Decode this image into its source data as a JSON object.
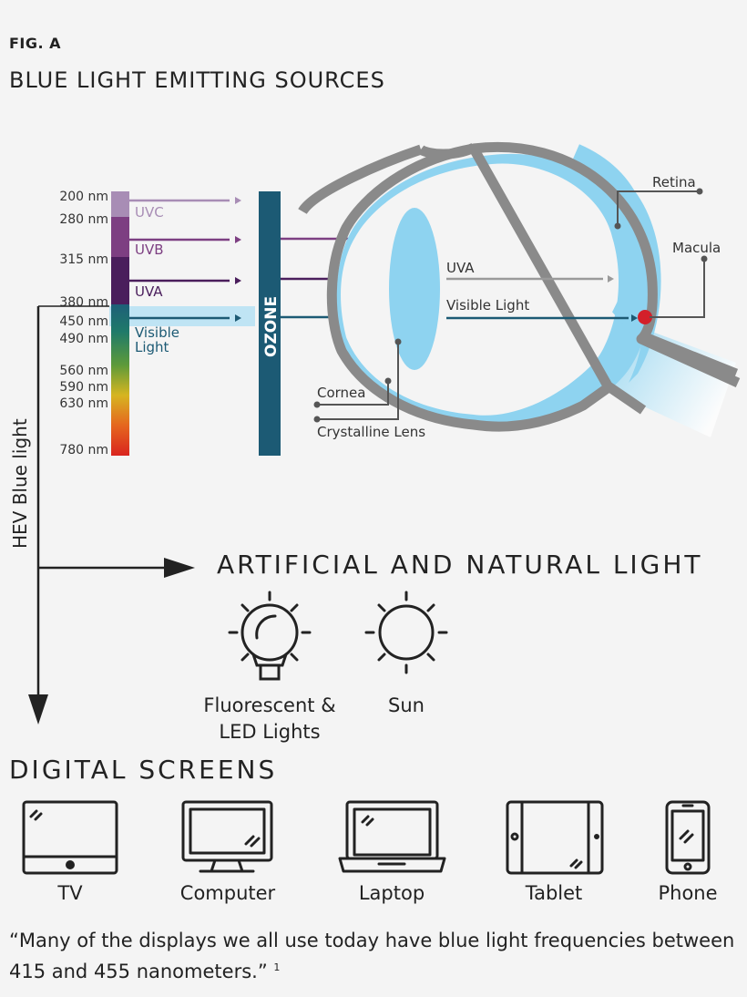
{
  "figure_label": "FIG. A",
  "title": "BLUE LIGHT EMITTING SOURCES",
  "wavelengths": [
    "200 nm",
    "280 nm",
    "315 nm",
    "380 nm",
    "450 nm",
    "490 nm",
    "560 nm",
    "590 nm",
    "630 nm",
    "780 nm"
  ],
  "bands": [
    "UVC",
    "UVB",
    "UVA",
    "Visible",
    "Light"
  ],
  "ozone_label": "OZONE",
  "eye_labels": {
    "retina": "Retina",
    "macula": "Macula",
    "uva": "UVA",
    "visible_light": "Visible Light",
    "cornea": "Cornea",
    "lens": "Crystalline Lens"
  },
  "hev_label": "HEV Blue light",
  "artificial_title": "ARTIFICIAL AND NATURAL LIGHT",
  "light_sources": [
    {
      "label_line1": "Fluorescent &",
      "label_line2": "LED Lights",
      "icon": "lightbulb-icon"
    },
    {
      "label_line1": "Sun",
      "label_line2": "",
      "icon": "sun-icon"
    }
  ],
  "digital_title": "DIGITAL SCREENS",
  "devices": [
    {
      "label": "TV",
      "icon": "tv-icon"
    },
    {
      "label": "Computer",
      "icon": "computer-icon"
    },
    {
      "label": "Laptop",
      "icon": "laptop-icon"
    },
    {
      "label": "Tablet",
      "icon": "tablet-icon"
    },
    {
      "label": "Phone",
      "icon": "phone-icon"
    }
  ],
  "quote_text": "“Many of the displays we all use today have blue light frequencies between 415 and 455 nanometers.”",
  "quote_ref": "1",
  "colors": {
    "uvc": "#a88db5",
    "uvb": "#7d3f82",
    "uva": "#4a1e5c",
    "ozone": "#1c5a74",
    "visible_band": "#bfe4f4",
    "eye_fill": "#8ed3f0",
    "eye_outline": "#8a8a8a",
    "macula": "#d3202a"
  }
}
